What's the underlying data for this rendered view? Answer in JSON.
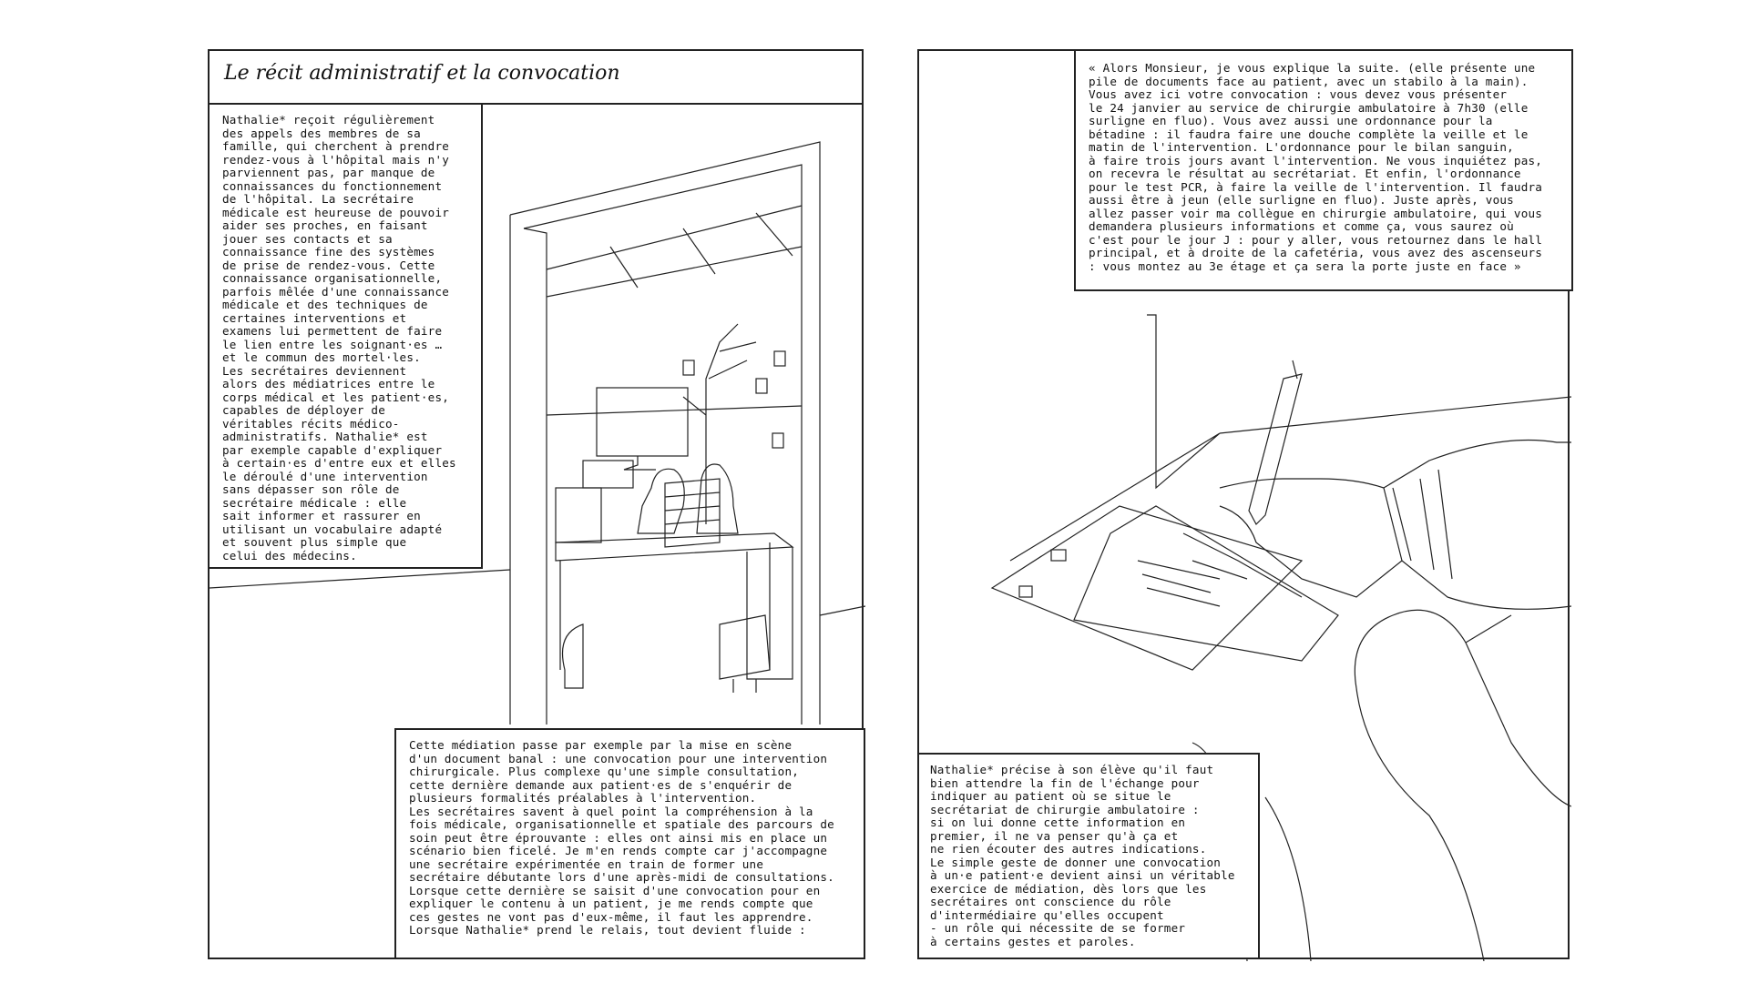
{
  "left_page": {
    "title": "Le récit administratif et la convocation",
    "intro_text": "Nathalie* reçoit régulièrement\ndes appels des membres de sa\nfamille, qui cherchent à prendre\nrendez-vous à l'hôpital mais n'y\nparviennent pas, par manque de\nconnaissances du fonctionnement\nde l'hôpital. La secrétaire\nmédicale est heureuse de pouvoir\naider ses proches, en faisant\njouer ses contacts et sa\nconnaissance fine des systèmes\nde prise de rendez-vous. Cette\nconnaissance organisationnelle,\nparfois mêlée d'une connaissance\nmédicale et des techniques de\ncertaines interventions et\nexamens lui permettent de faire\nle lien entre les soignant·es …\net le commun des mortel·les.\nLes secrétaires deviennent\nalors des médiatrices entre le\ncorps médical et les patient·es,\ncapables de déployer de\nvéritables récits médico-\nadministratifs. Nathalie* est\npar exemple capable d'expliquer\nà certain·es d'entre eux et elles\nle déroulé d'une intervention\nsans dépasser son rôle de\nsecrétaire médicale : elle\nsait informer et rassurer en\nutilisant un vocabulaire adapté\net souvent plus simple que\ncelui des médecins.",
    "mediation_text": "Cette médiation passe par exemple par la mise en scène\nd'un document banal : une convocation pour une intervention\nchirurgicale. Plus complexe qu'une simple consultation,\ncette dernière demande aux patient·es de s'enquérir de\nplusieurs formalités préalables à l'intervention.\nLes secrétaires savent à quel point la compréhension à la\nfois médicale, organisationnelle et spatiale des parcours de\nsoin peut être éprouvante : elles ont ainsi mis en place un\nscénario bien ficelé. Je m'en rends compte car j'accompagne\nune secrétaire expérimentée en train de former une\nsecrétaire débutante lors d'une après-midi de consultations.\nLorsque cette dernière se saisit d'une convocation pour en\nexpliquer le contenu à un patient, je me rends compte que\nces gestes ne vont pas d'eux-même, il faut les apprendre.\nLorsque Nathalie* prend le relais, tout devient fluide :"
  },
  "right_page": {
    "quote_text": "« Alors Monsieur, je vous explique la suite. (elle présente une\npile de documents face au patient, avec un stabilo à la main).\nVous avez ici votre convocation : vous devez vous présenter\nle 24 janvier au service de chirurgie ambulatoire à 7h30 (elle\nsurligne en fluo). Vous avez aussi une ordonnance pour la\nbétadine : il faudra faire une douche complète la veille et le\nmatin de l'intervention. L'ordonnance pour le bilan sanguin,\nà faire trois jours avant l'intervention. Ne vous inquiétez pas,\non recevra le résultat au secrétariat. Et enfin, l'ordonnance\npour le test PCR, à faire la veille de l'intervention. Il faudra\naussi être à jeun (elle surligne en fluo). Juste après, vous\nallez passer voir ma collègue en chirurgie ambulatoire, qui vous\ndemandera plusieurs informations et comme ça, vous saurez où\nc'est pour le jour J : pour y aller, vous retournez dans le hall\nprincipal, et à droite de la cafetéria, vous avez des ascenseurs\n: vous montez au 3e étage et ça sera la porte juste en face »",
    "conclusion_text": "Nathalie* précise à son élève qu'il faut\nbien attendre la fin de l'échange pour\nindiquer au patient où se situe le\nsecrétariat de chirurgie ambulatoire :\nsi on lui donne cette information en\npremier, il ne va penser qu'à ça et\nne rien écouter des autres indications.\nLe simple geste de donner une convocation\nà un·e patient·e devient ainsi un véritable\nexercice de médiation, dès lors que les\nsecrétaires ont conscience du rôle\nd'intermédiaire qu'elles occupent\n- un rôle qui nécessite de se former\nà certains gestes et paroles."
  }
}
